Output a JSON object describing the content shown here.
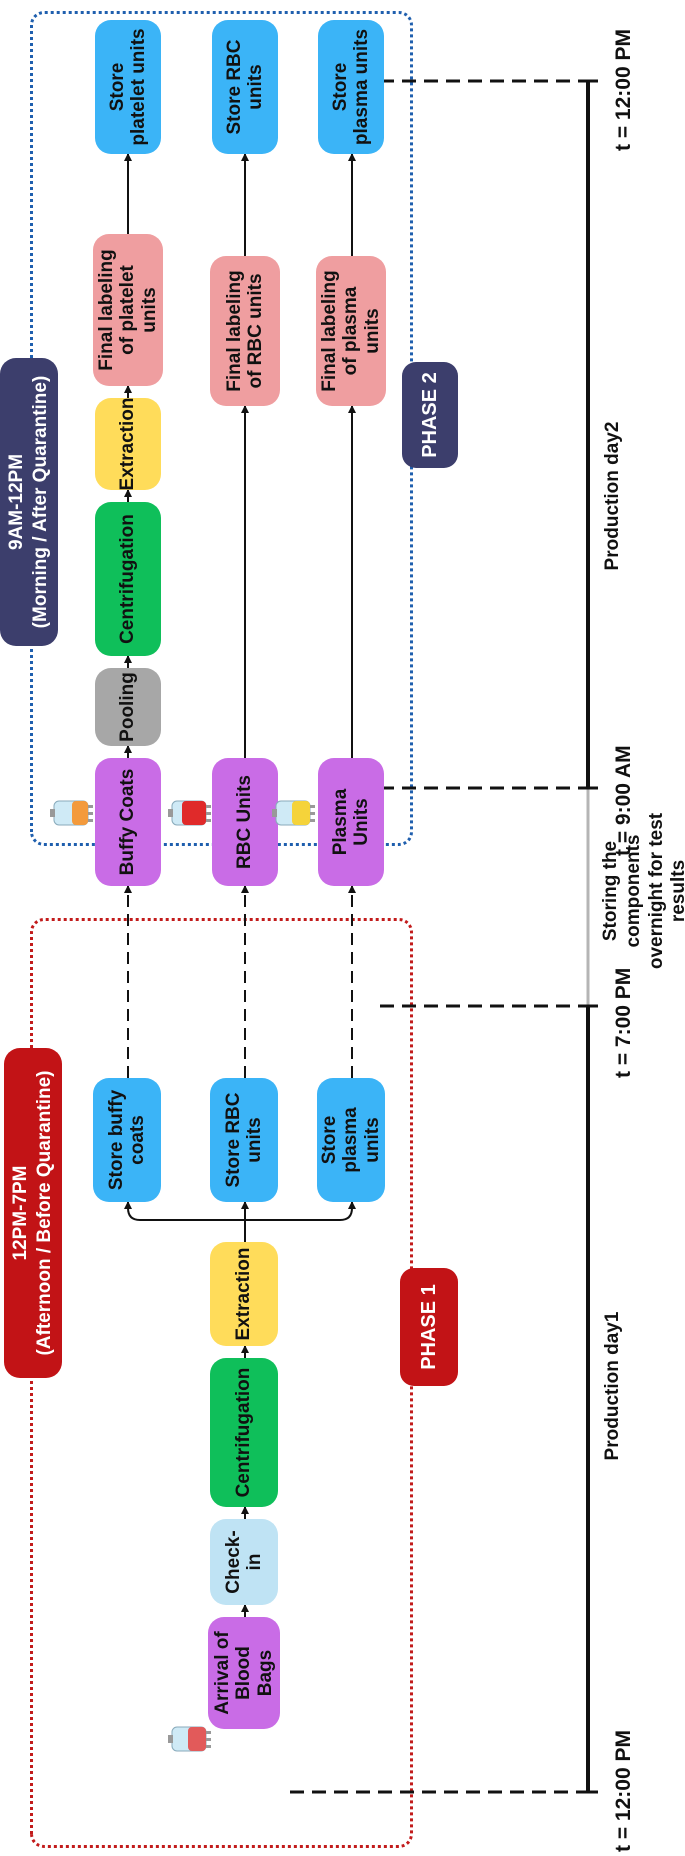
{
  "phase1": {
    "banner_title": "12PM-7PM",
    "banner_subtitle": "(Afternoon / Before Quarantine)",
    "phase_label": "PHASE 1",
    "steps": {
      "arrival": "Arrival of Blood Bags",
      "checkin": "Check-in",
      "centrifugation": "Centrifugation",
      "extraction": "Extraction",
      "store_buffy": "Store buffy coats",
      "store_rbc": "Store RBC units",
      "store_plasma": "Store plasma units"
    }
  },
  "phase2": {
    "banner_title": "9AM-12PM",
    "banner_subtitle": "(Morning / After Quarantine)",
    "phase_label": "PHASE 2",
    "steps": {
      "buffy_coats": "Buffy Coats",
      "pooling": "Pooling",
      "centrifugation": "Centrifugation",
      "extraction": "Extraction",
      "final_platelet": "Final labeling of platelet units",
      "store_platelet": "Store platelet units",
      "rbc_units": "RBC Units",
      "final_rbc": "Final labeling of RBC units",
      "store_rbc": "Store RBC units",
      "plasma_units": "Plasma Units",
      "final_plasma": "Final labeling of plasma units",
      "store_plasma": "Store plasma units"
    }
  },
  "timeline": {
    "t_start": "t = 12:00 PM",
    "t_7pm": "t = 7:00 PM",
    "t_9am": "t = 9:00 AM",
    "t_end": "t = 12:00 PM",
    "overnight_note": "Storing the components overnight for test results",
    "day1": "Production day1",
    "day2": "Production day2"
  },
  "colors": {
    "store": "#3bb4f7",
    "bag": "#c96ce6",
    "centrifugation": "#0fbf5a",
    "extraction": "#ffdc5a",
    "checkin": "#bfe3f4",
    "pooling": "#a7a7a7",
    "labeling": "#ef9ea0",
    "phase1": "#c21316",
    "phase2": "#3c3e6c"
  },
  "icons": {
    "bag_arrival": "blood-bag-icon",
    "bag_buffy": "buffy-coat-bag-icon",
    "bag_rbc": "rbc-bag-icon",
    "bag_plasma": "plasma-bag-icon"
  }
}
